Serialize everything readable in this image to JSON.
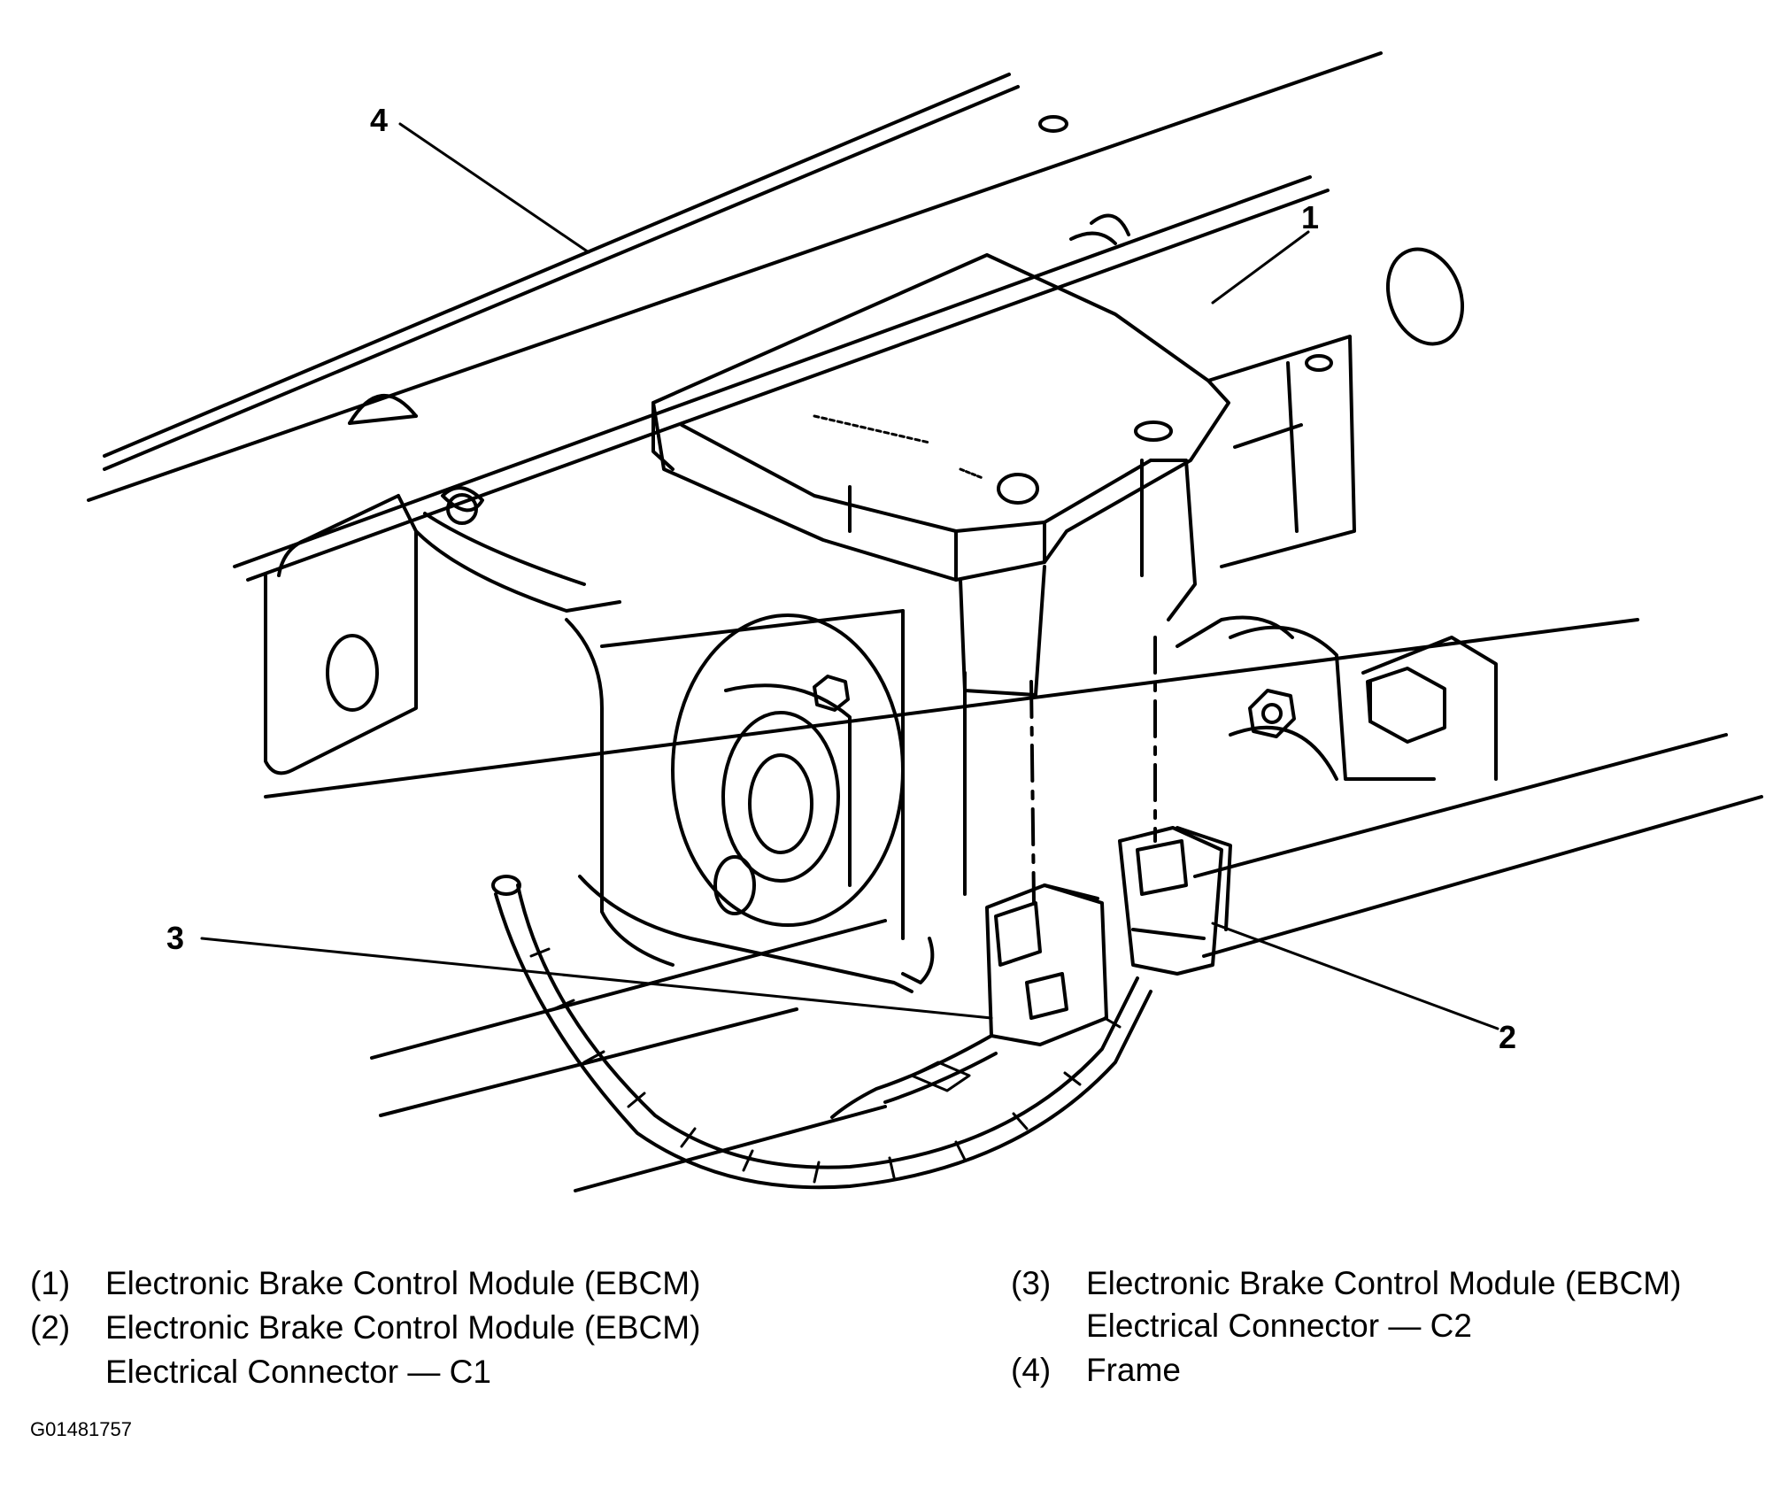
{
  "callouts": [
    "1",
    "2",
    "3",
    "4"
  ],
  "legend": [
    {
      "num": "(1)",
      "lines": [
        "Electronic Brake Control Module (EBCM)"
      ]
    },
    {
      "num": "(2)",
      "lines": [
        "Electronic Brake Control Module (EBCM)",
        "Electrical Connector — C1"
      ]
    },
    {
      "num": "(3)",
      "lines": [
        "Electronic Brake Control Module (EBCM)",
        "Electrical Connector — C2"
      ]
    },
    {
      "num": "(4)",
      "lines": [
        "Frame"
      ]
    }
  ],
  "figure_id": "G01481757",
  "colors": {
    "ink": "#000000",
    "paper": "#ffffff"
  }
}
